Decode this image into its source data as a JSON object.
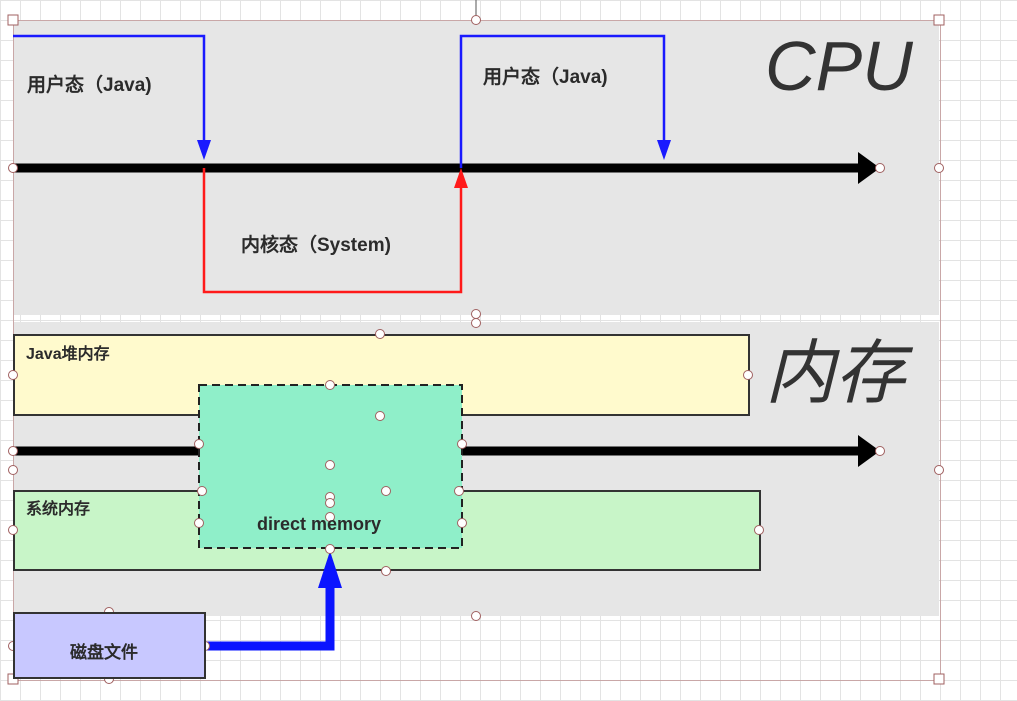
{
  "cpu_section": {
    "title": "CPU",
    "user_mode_left": "用户态（Java)",
    "user_mode_right": "用户态（Java)",
    "kernel_mode": "内核态（System)"
  },
  "memory_section": {
    "title": "内存",
    "java_heap": "Java堆内存",
    "system_memory": "系统内存",
    "direct_memory": "direct memory",
    "disk_file": "磁盘文件"
  },
  "colors": {
    "user_path": "#1a1aff",
    "kernel_path": "#ff1a1a",
    "timeline": "#000000",
    "java_heap_fill": "#fffacd",
    "system_memory_fill": "#c8f5c8",
    "direct_memory_fill": "#8fefc9",
    "disk_file_fill": "#c8c8ff",
    "disk_arrow": "#0a14ff"
  }
}
